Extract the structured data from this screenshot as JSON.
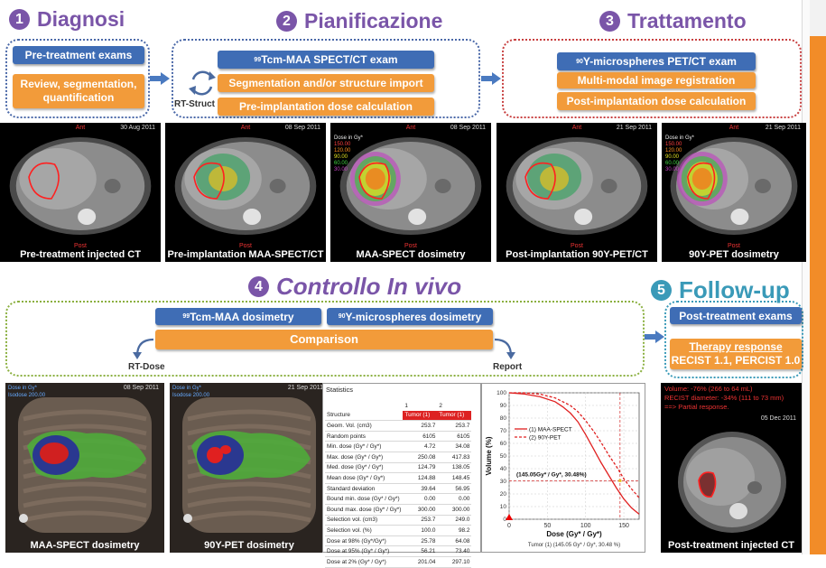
{
  "steps": {
    "s1": {
      "num": "1",
      "title": "Diagnosi"
    },
    "s2": {
      "num": "2",
      "title": "Pianificazione"
    },
    "s3": {
      "num": "3",
      "title": "Trattamento"
    },
    "s4": {
      "num": "4",
      "title": "Controllo In vivo"
    },
    "s5": {
      "num": "5",
      "title": "Follow-up"
    }
  },
  "diagnosi": {
    "exams": "Pre-treatment exams",
    "review": "Review, segmentation, quantification"
  },
  "pianificazione": {
    "spect_pre": "99",
    "spect_sym": "Tcm",
    "spect_rest": "-MAA SPECT/CT exam",
    "segmentation": "Segmentation and/or structure import",
    "dose": "Pre-implantation dose calculation",
    "rtstruct": "RT-Struct"
  },
  "trattamento": {
    "pet_pre": "90",
    "pet_rest": "Y-microspheres PET/CT exam",
    "registration": "Multi-modal image registration",
    "dose": "Post-implantation dose calculation"
  },
  "scans_top": [
    {
      "caption": "Pre-treatment injected CT",
      "date": "30 Aug 2011"
    },
    {
      "caption": "Pre-implantation MAA-SPECT/CT",
      "date": "08 Sep 2011"
    },
    {
      "caption": "MAA-SPECT dosimetry",
      "date": "08 Sep 2011"
    },
    {
      "caption": "Post-implantation 90Y-PET/CT",
      "date": "21 Sep 2011"
    },
    {
      "caption": "90Y-PET dosimetry",
      "date": "21 Sep 2011"
    }
  ],
  "dose_legend": {
    "title": "Dose in Gy*",
    "values": [
      "150.00",
      "120.00",
      "90.00",
      "60.00",
      "30.00"
    ]
  },
  "ant_label": "Ant",
  "post_label": "Post",
  "controllo": {
    "maa_pre": "99",
    "maa_sym": "Tcm",
    "maa_rest": "-MAA dosimetry",
    "y_pre": "90",
    "y_rest": "Y-microspheres dosimetry",
    "comparison": "Comparison",
    "rtdose": "RT-Dose",
    "report": "Report"
  },
  "followup": {
    "exams": "Post-treatment exams",
    "response_title": "Therapy response",
    "response_sub": "RECIST 1.1, PERCIST 1.0",
    "volume": "Volume: -76% (266 to 64 mL)",
    "recist": "RECIST diameter: -34% (111 to 73 mm)",
    "partial": "==> Partial response.",
    "date": "05 Dec 2011",
    "caption": "Post-treatment injected CT"
  },
  "bottom_scans": [
    {
      "caption": "MAA-SPECT dosimetry",
      "date": "08 Sep 2011",
      "legend1": "Dose in Gy*",
      "legend2": "Isodose 200.00"
    },
    {
      "caption": "90Y-PET dosimetry",
      "date": "21 Sep 2011",
      "legend1": "Dose in Gy*",
      "legend2": "Isodose 200.00"
    }
  ],
  "statistics": {
    "title": "Statistics",
    "col_ids": [
      "1",
      "2"
    ],
    "header": [
      "Structure",
      "Tumor (1)",
      "Tumor (1)"
    ],
    "rows": [
      [
        "Geom. Vol. (cm3)",
        "253.7",
        "253.7"
      ],
      [
        "Random points",
        "6105",
        "6105"
      ],
      [
        "Min. dose (Gy* / Gy*)",
        "4.72",
        "34.08"
      ],
      [
        "Max. dose (Gy* / Gy*)",
        "250.08",
        "417.83"
      ],
      [
        "Med. dose (Gy* / Gy*)",
        "124.79",
        "138.05"
      ],
      [
        "Mean dose (Gy* / Gy*)",
        "124.88",
        "148.45"
      ],
      [
        "Standard deviation",
        "39.64",
        "56.95"
      ],
      [
        "Bound min. dose (Gy* / Gy*)",
        "0.00",
        "0.00"
      ],
      [
        "Bound max. dose (Gy* / Gy*)",
        "300.00",
        "300.00"
      ],
      [
        "Selection vol. (cm3)",
        "253.7",
        "249.0"
      ],
      [
        "Selection vol. (%)",
        "100.0",
        "98.2"
      ],
      [
        "Dose at 98% (Gy*/Gy*)",
        "25.78",
        "64.08"
      ],
      [
        "Dose at 95% (Gy* / Gy*)",
        "56.21",
        "73.40"
      ],
      [
        "Dose at 2% (Gy* / Gy*)",
        "201.04",
        "297.10"
      ]
    ]
  },
  "chart_data": {
    "type": "line",
    "xlabel": "Dose (Gy* / Gy*)",
    "ylabel": "Volume (%)",
    "xlim": [
      0,
      170
    ],
    "ylim": [
      0,
      100
    ],
    "xticks": [
      0,
      50,
      100,
      150
    ],
    "yticks": [
      0,
      10,
      20,
      30,
      40,
      50,
      60,
      70,
      80,
      90,
      100
    ],
    "series": [
      {
        "name": "(1) MAA-SPECT",
        "color": "#e02020",
        "dash": "solid",
        "x": [
          0,
          20,
          40,
          60,
          70,
          80,
          90,
          100,
          110,
          120,
          130,
          140,
          150,
          160,
          170
        ],
        "y": [
          100,
          99,
          97,
          93,
          89,
          84,
          77,
          67,
          56,
          45,
          35,
          25,
          16,
          9,
          4
        ]
      },
      {
        "name": "(2) 90Y-PET",
        "color": "#e02020",
        "dash": "dashed",
        "x": [
          0,
          20,
          40,
          60,
          70,
          80,
          90,
          100,
          110,
          120,
          130,
          140,
          150,
          160,
          170
        ],
        "y": [
          100,
          100,
          99,
          96,
          93,
          90,
          85,
          78,
          70,
          61,
          51,
          42,
          32,
          24,
          17
        ]
      }
    ],
    "annotation": "(145.05Gy* / Gy*, 30.48%)",
    "annotation_point": {
      "x": 145.05,
      "y": 30.48
    },
    "footer": "Tumor (1) (145.05 Gy* / Gy*, 30.48 %)"
  }
}
